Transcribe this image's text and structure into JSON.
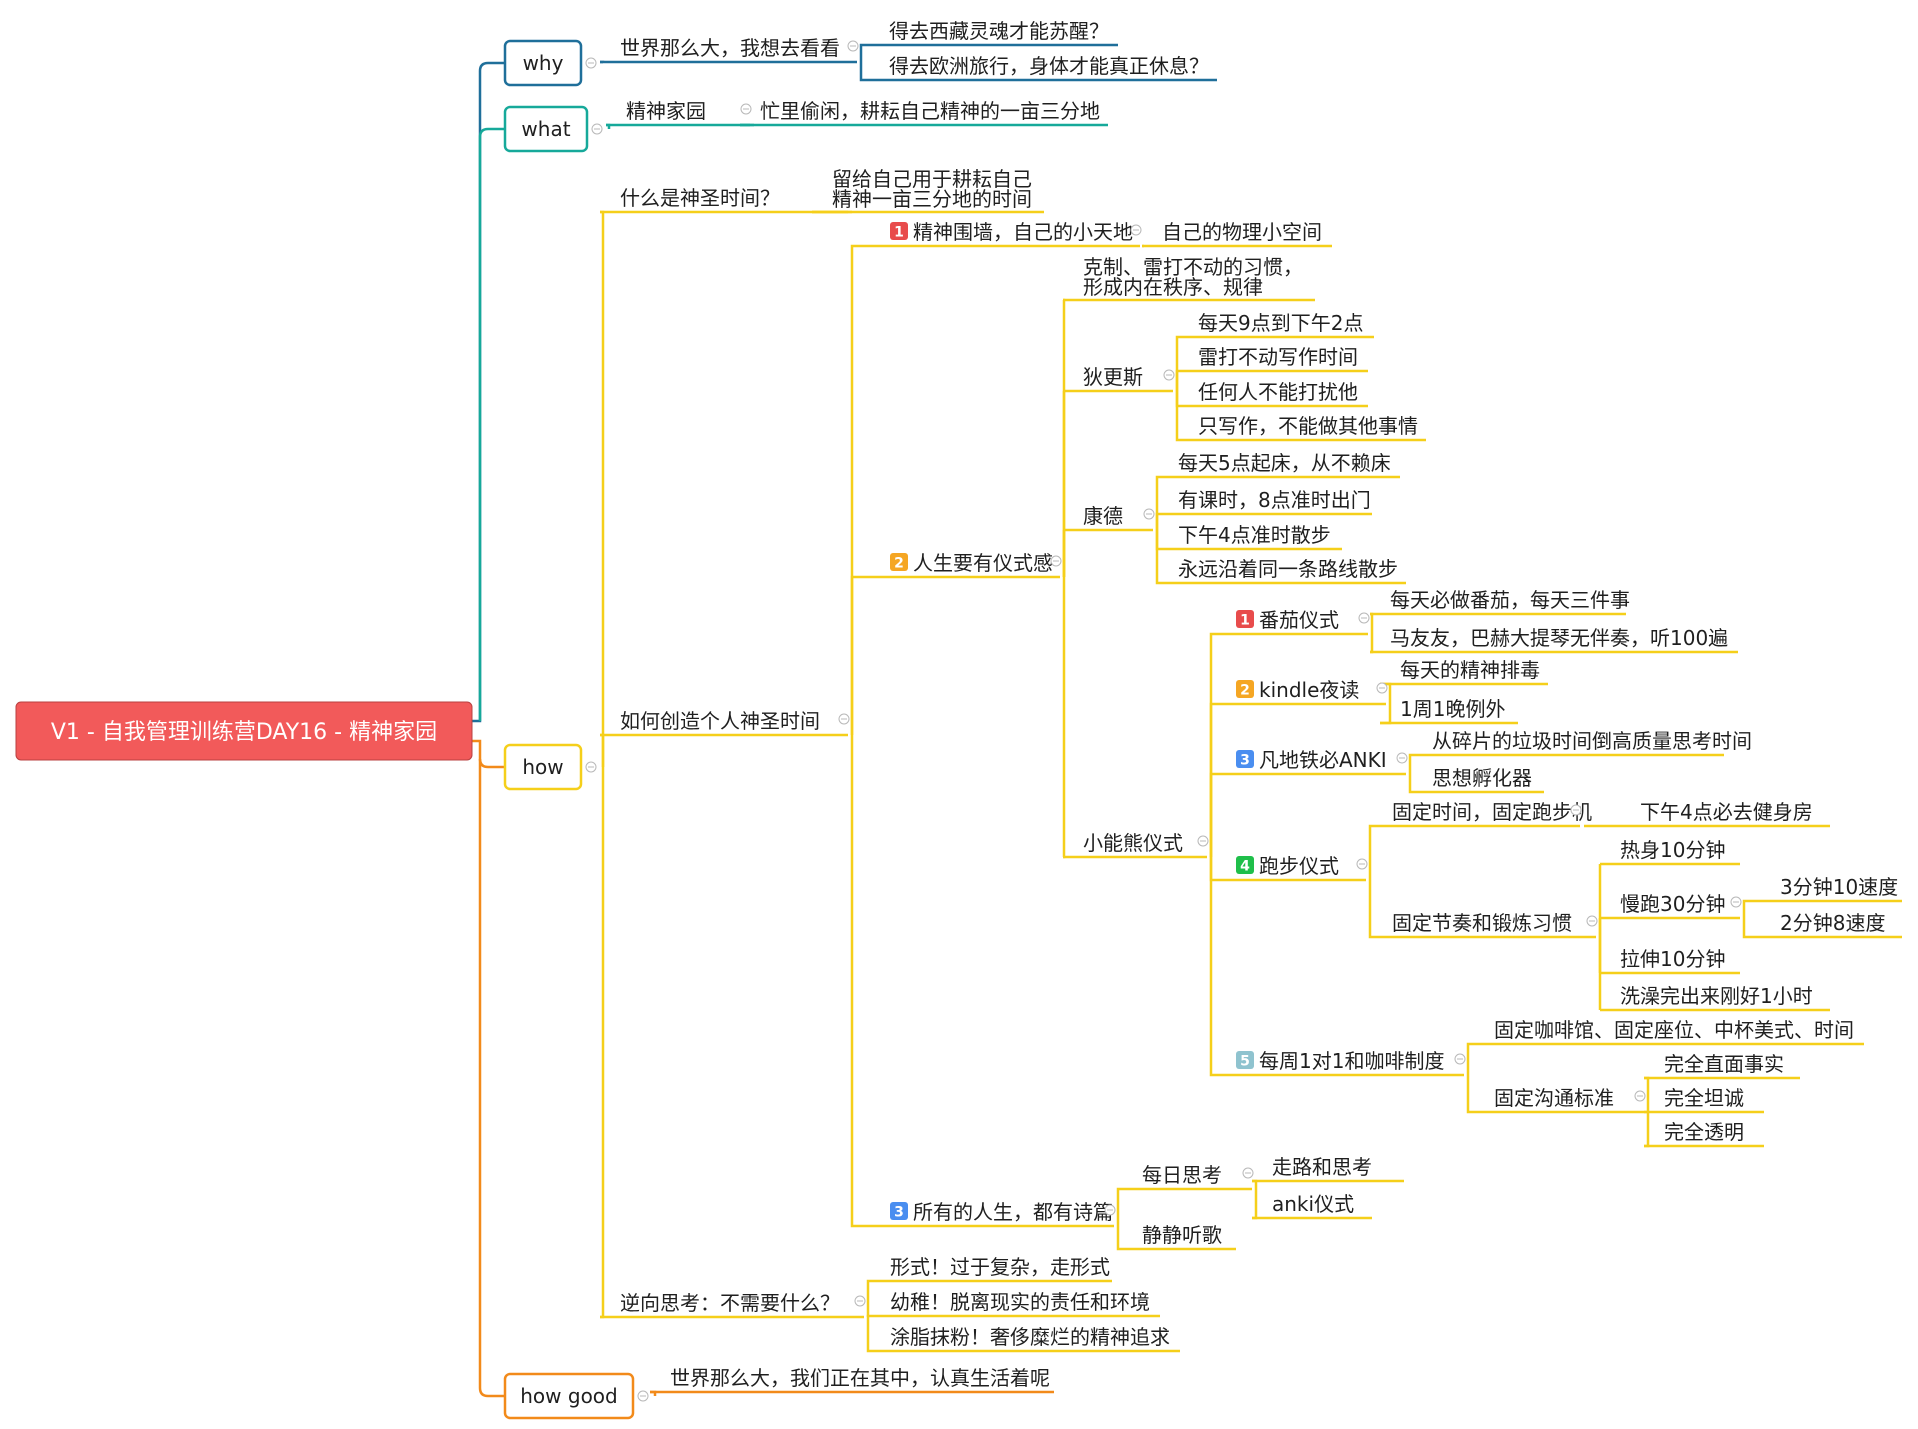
{
  "root": {
    "label": "V1 - 自我管理训练营DAY16 - 精神家园",
    "color": "#f25a5a"
  },
  "colors": {
    "why": "#1f6f9a",
    "what": "#16a99a",
    "how": "#f5cf1a",
    "how_good": "#f28a1a"
  },
  "branches": {
    "why": {
      "label": "why",
      "children": [
        {
          "label": "世界那么大，我想去看看",
          "children": [
            {
              "label": "得去西藏灵魂才能苏醒？"
            },
            {
              "label": "得去欧洲旅行，身体才能真正休息？"
            }
          ]
        }
      ]
    },
    "what": {
      "label": "what",
      "children": [
        {
          "label": "精神家园",
          "children": [
            {
              "label": "忙里偷闲，耕耘自己精神的一亩三分地"
            }
          ]
        }
      ]
    },
    "how": {
      "label": "how",
      "children": [
        {
          "label": "什么是神圣时间？",
          "children": [
            {
              "label": "留给自己用于耕耘自己\n精神一亩三分地的时间"
            }
          ]
        },
        {
          "label": "如何创造个人神圣时间",
          "children": [
            {
              "badge": "1",
              "badge_color": "#e84c4c",
              "label": "精神围墙，自己的小天地",
              "children": [
                {
                  "label": "自己的物理小空间"
                }
              ]
            },
            {
              "badge": "2",
              "badge_color": "#f5a623",
              "label": "人生要有仪式感",
              "children": [
                {
                  "label": "克制、雷打不动的习惯，\n形成内在秩序、规律"
                },
                {
                  "label": "狄更斯",
                  "children": [
                    {
                      "label": "每天9点到下午2点"
                    },
                    {
                      "label": "雷打不动写作时间"
                    },
                    {
                      "label": "任何人不能打扰他"
                    },
                    {
                      "label": "只写作，不能做其他事情"
                    }
                  ]
                },
                {
                  "label": "康德",
                  "children": [
                    {
                      "label": "每天5点起床，从不赖床"
                    },
                    {
                      "label": "有课时，8点准时出门"
                    },
                    {
                      "label": "下午4点准时散步"
                    },
                    {
                      "label": "永远沿着同一条路线散步"
                    }
                  ]
                },
                {
                  "label": "小能熊仪式",
                  "children": [
                    {
                      "badge": "1",
                      "badge_color": "#e84c4c",
                      "label": "番茄仪式",
                      "children": [
                        {
                          "label": "每天必做番茄，每天三件事"
                        },
                        {
                          "label": "马友友，巴赫大提琴无伴奏，听100遍"
                        }
                      ]
                    },
                    {
                      "badge": "2",
                      "badge_color": "#f5a623",
                      "label": "kindle夜读",
                      "children": [
                        {
                          "label": "每天的精神排毒"
                        },
                        {
                          "label": "1周1晚例外"
                        }
                      ]
                    },
                    {
                      "badge": "3",
                      "badge_color": "#4a8ef0",
                      "label": "凡地铁必ANKI",
                      "children": [
                        {
                          "label": "从碎片的垃圾时间倒高质量思考时间"
                        },
                        {
                          "label": "思想孵化器"
                        }
                      ]
                    },
                    {
                      "badge": "4",
                      "badge_color": "#1fbf4a",
                      "label": "跑步仪式",
                      "children": [
                        {
                          "label": "固定时间，固定跑步机",
                          "children": [
                            {
                              "label": "下午4点必去健身房"
                            }
                          ]
                        },
                        {
                          "label": "固定节奏和锻炼习惯",
                          "children": [
                            {
                              "label": "热身10分钟"
                            },
                            {
                              "label": "慢跑30分钟",
                              "children": [
                                {
                                  "label": "3分钟10速度"
                                },
                                {
                                  "label": "2分钟8速度"
                                }
                              ]
                            },
                            {
                              "label": "拉伸10分钟"
                            },
                            {
                              "label": "洗澡完出来刚好1小时"
                            }
                          ]
                        }
                      ]
                    },
                    {
                      "badge": "5",
                      "badge_color": "#8fc3cf",
                      "label": "每周1对1和咖啡制度",
                      "children": [
                        {
                          "label": "固定咖啡馆、固定座位、中杯美式、时间"
                        },
                        {
                          "label": "固定沟通标准",
                          "children": [
                            {
                              "label": "完全直面事实"
                            },
                            {
                              "label": "完全坦诚"
                            },
                            {
                              "label": "完全透明"
                            }
                          ]
                        }
                      ]
                    }
                  ]
                }
              ]
            },
            {
              "badge": "3",
              "badge_color": "#4a8ef0",
              "label": "所有的人生，都有诗篇",
              "children": [
                {
                  "label": "每日思考",
                  "children": [
                    {
                      "label": "走路和思考"
                    },
                    {
                      "label": "anki仪式"
                    }
                  ]
                },
                {
                  "label": "静静听歌"
                }
              ]
            }
          ]
        },
        {
          "label": "逆向思考：不需要什么？",
          "children": [
            {
              "label": "形式！过于复杂，走形式"
            },
            {
              "label": "幼稚！脱离现实的责任和环境"
            },
            {
              "label": "涂脂抹粉！奢侈糜烂的精神追求"
            }
          ]
        }
      ]
    },
    "how_good": {
      "label": "how good",
      "children": [
        {
          "label": "世界那么大，我们正在其中，认真生活着呢"
        }
      ]
    }
  }
}
